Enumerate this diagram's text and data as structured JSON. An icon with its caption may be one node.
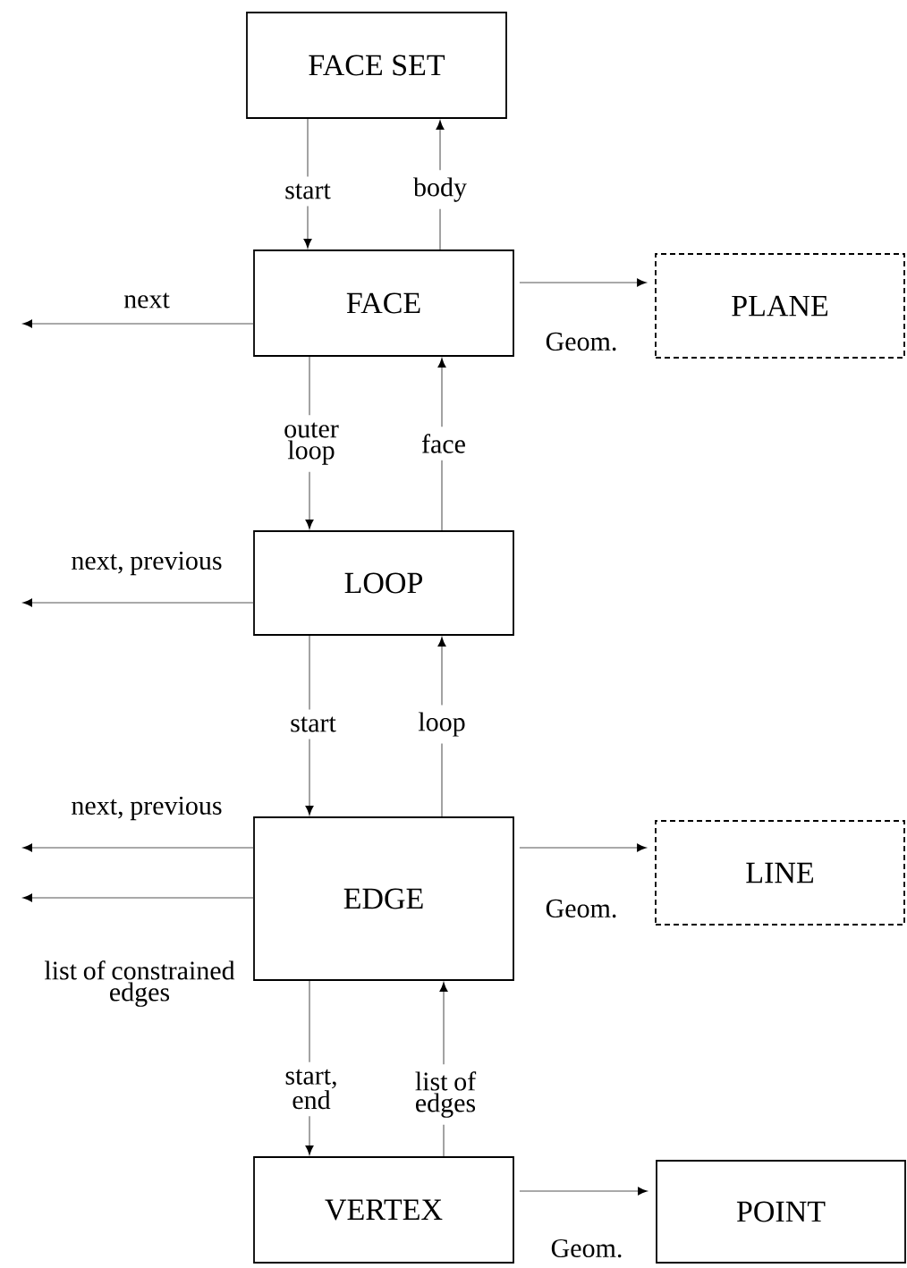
{
  "diagram": {
    "nodes": [
      {
        "text": [
          "FACE SET"
        ]
      },
      {
        "text": [
          "FACE"
        ]
      },
      {
        "text": [
          "PLANE"
        ]
      },
      {
        "text": [
          "LOOP"
        ]
      },
      {
        "text": [
          "EDGE"
        ]
      },
      {
        "text": [
          "LINE"
        ]
      },
      {
        "text": [
          "VERTEX"
        ]
      },
      {
        "text": [
          "POINT"
        ]
      }
    ],
    "edges": [
      {
        "from": 0,
        "to": 1,
        "arrow": "to",
        "label": "start"
      },
      {
        "from": 1,
        "to": 0,
        "arrow": "to",
        "label": "body"
      },
      {
        "from": 1,
        "to": null,
        "arrow": "to",
        "label": "next"
      },
      {
        "from": 1,
        "to": 2,
        "arrow": "to",
        "label": "Geom."
      },
      {
        "from": 1,
        "to": 3,
        "arrow": "to",
        "label": "outer loop"
      },
      {
        "from": 3,
        "to": 1,
        "arrow": "to",
        "label": "face"
      },
      {
        "from": 3,
        "to": null,
        "arrow": "to",
        "label": "next, previous"
      },
      {
        "from": 3,
        "to": 4,
        "arrow": "to",
        "label": "start"
      },
      {
        "from": 4,
        "to": 3,
        "arrow": "to",
        "label": "loop"
      },
      {
        "from": 4,
        "to": null,
        "arrow": "to",
        "label": "next, previous"
      },
      {
        "from": 4,
        "to": null,
        "arrow": "to",
        "label": "list of constrained edges"
      },
      {
        "from": 4,
        "to": 5,
        "arrow": "to",
        "label": "Geom."
      },
      {
        "from": 4,
        "to": 6,
        "arrow": "to",
        "label": "start, end"
      },
      {
        "from": 6,
        "to": 4,
        "arrow": "to",
        "label": "list of edges"
      },
      {
        "from": 6,
        "to": 7,
        "arrow": "to",
        "label": "Geom."
      }
    ]
  }
}
